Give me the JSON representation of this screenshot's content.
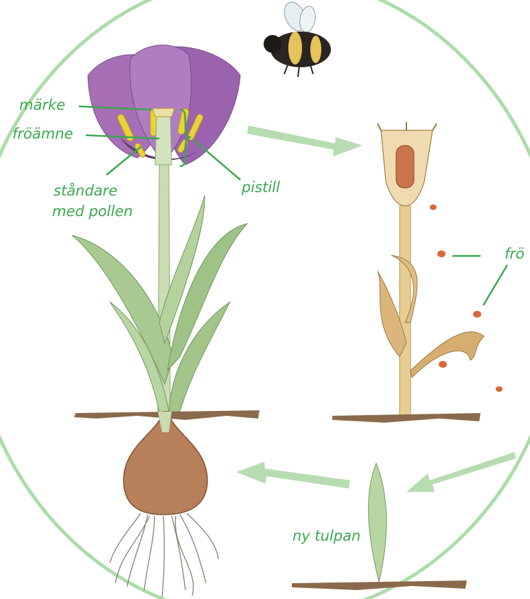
{
  "labels": {
    "marke": "märke",
    "froamne": "fröämne",
    "standare_line1": "ståndare",
    "standare_line2": "med pollen",
    "pistill": "pistill",
    "fro": "frö",
    "ny_tulpan": "ny tulpan"
  },
  "colors": {
    "label_green": "#3aa84f",
    "arrow_green": "#b7dcb2",
    "circle_green": "#9ed69a",
    "petal_purple": "#a36cb4",
    "stamen_yellow": "#e9d23a",
    "leaf_green": "#a8c98f",
    "bulb_brown": "#b77f5a",
    "dry_stem_tan": "#e2c58a",
    "seed_orange": "#d9683a",
    "soil_brown": "#8a6a4a"
  },
  "icons": [
    "bee-illustration",
    "tulip-flower",
    "tulip-bulb",
    "dry-seed-pod",
    "seedling"
  ]
}
